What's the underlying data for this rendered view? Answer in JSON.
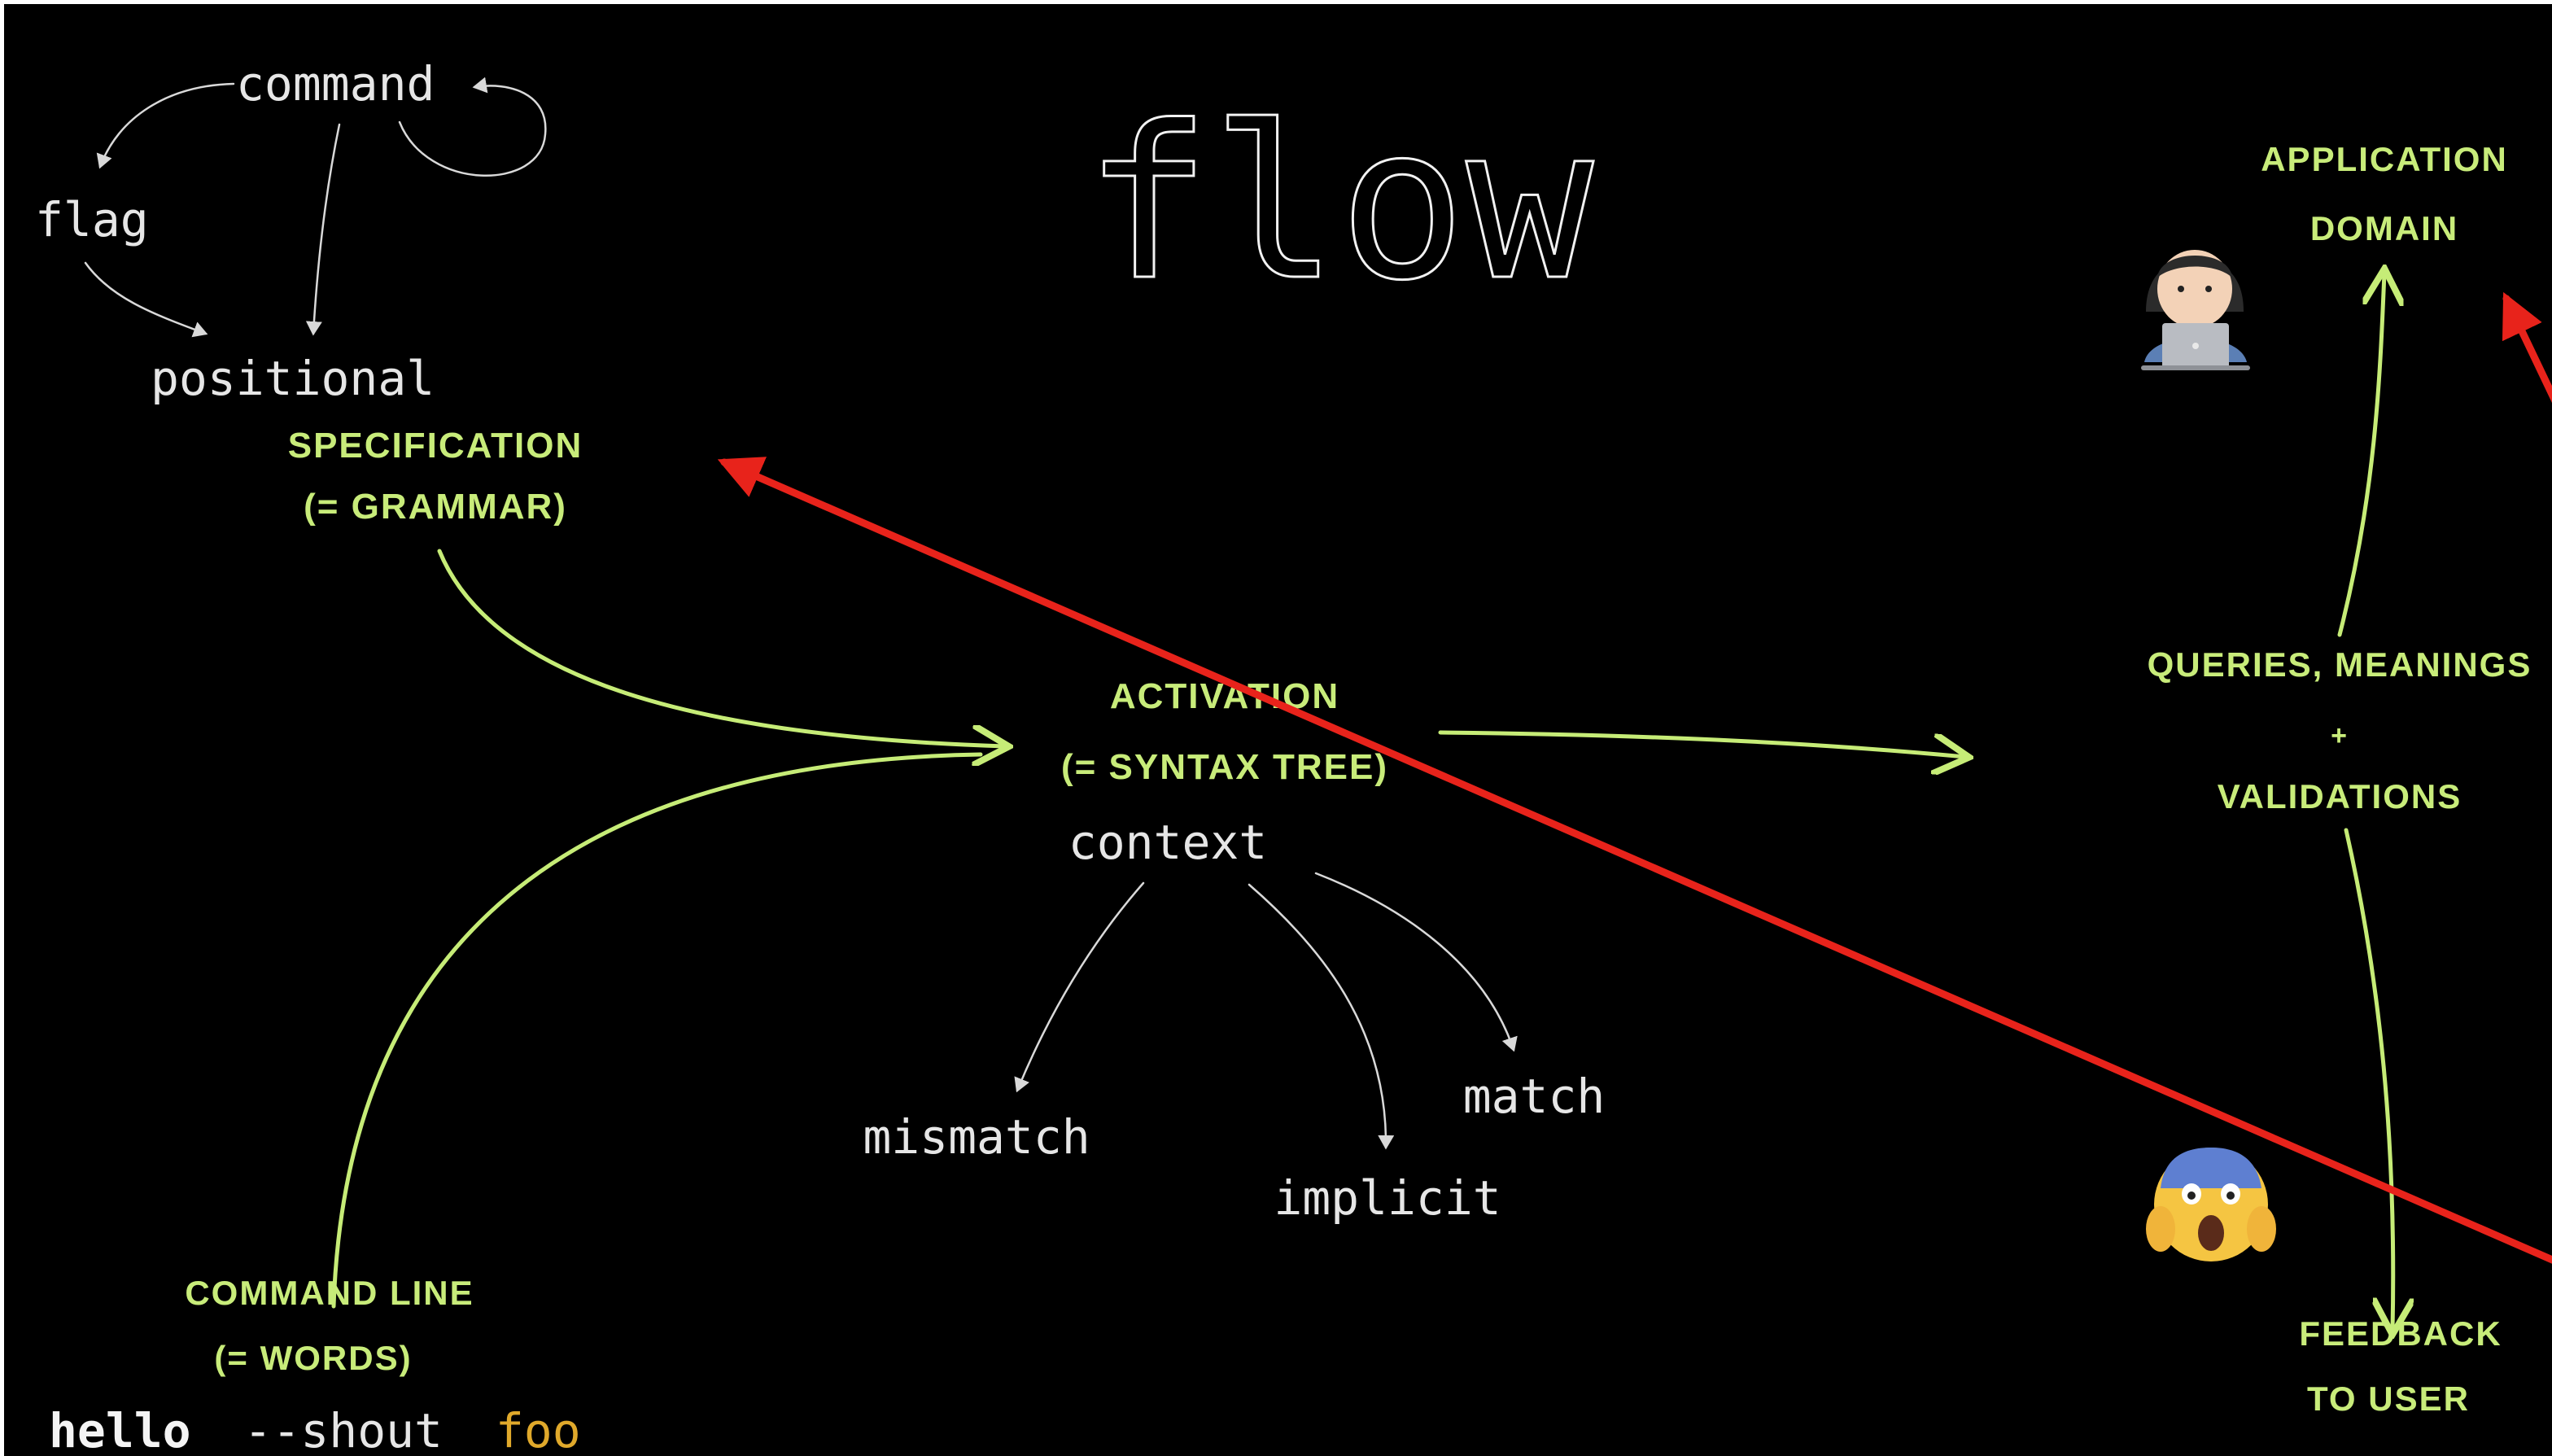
{
  "title": "flow",
  "grammar_nodes": {
    "command": "command",
    "flag": "flag",
    "positional": "positional"
  },
  "labels": {
    "specification_line1": "SPECIFICATION",
    "specification_line2": "(= GRAMMAR)",
    "activation_line1": "ACTIVATION",
    "activation_line2": "(= SYNTAX TREE)",
    "command_line_line1": "COMMAND LINE",
    "command_line_line2": "(= WORDS)",
    "queries_line1": "QUERIES, MEANINGS",
    "queries_plus": "+",
    "queries_line2": "VALIDATIONS",
    "application_line1": "APPLICATION",
    "application_line2": "DOMAIN",
    "feedback_line1": "FEEDBACK",
    "feedback_line2": "TO USER"
  },
  "context_nodes": {
    "context": "context",
    "mismatch": "mismatch",
    "implicit": "implicit",
    "match": "match"
  },
  "command_example": {
    "program": "hello",
    "flag": "--shout",
    "argument": "foo"
  },
  "emoji": {
    "developer": "developer-laptop-icon",
    "scream": "screaming-face-icon"
  },
  "colors": {
    "background": "#000000",
    "annotation_green": "#c6ec77",
    "highlight_red": "#e8231b",
    "argument_yellow": "#e0a92b"
  }
}
